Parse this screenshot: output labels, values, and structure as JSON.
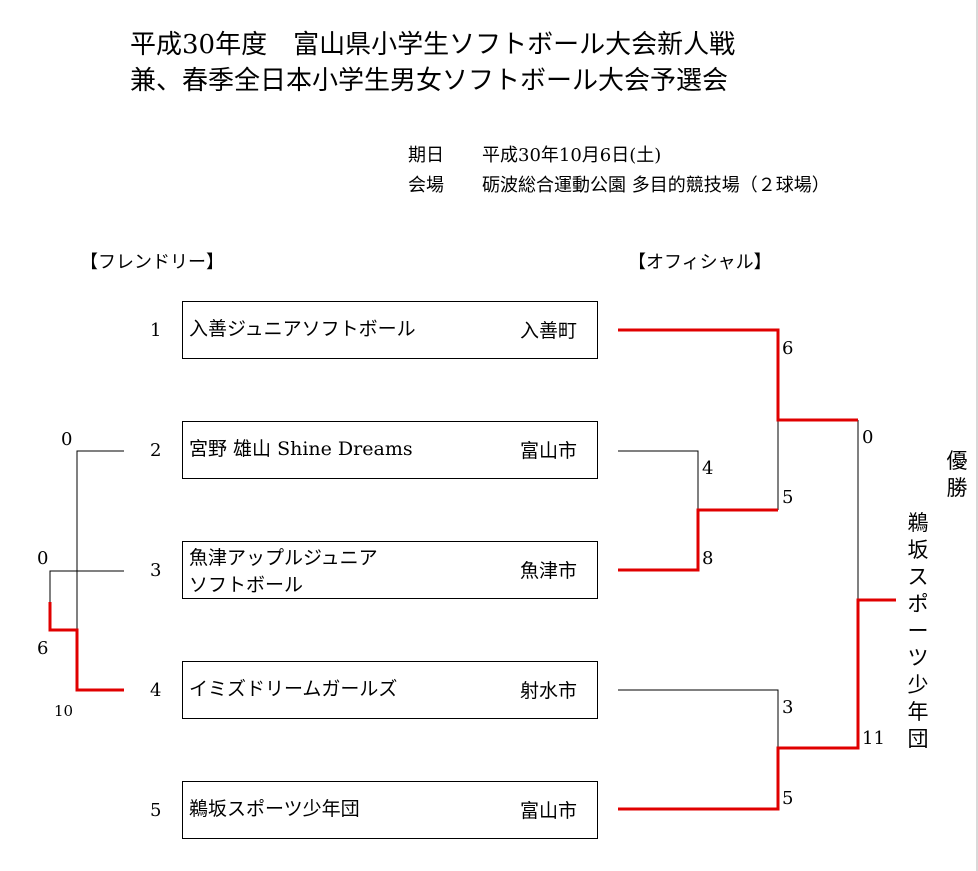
{
  "title": {
    "line1": "平成30年度　富山県小学生ソフトボール大会新人戦",
    "line2": "兼、春季全日本小学生男女ソフトボール大会予選会"
  },
  "info": {
    "date_label": "期日",
    "date_value": "平成30年10月6日(土)",
    "venue_label": "会場",
    "venue_value": "砺波総合運動公園 多目的競技場（２球場）"
  },
  "sections": {
    "friendly": "【フレンドリー】",
    "official": "【オフィシャル】"
  },
  "teams": [
    {
      "seed": "1",
      "name": "入善ジュニアソフトボール",
      "city": "入善町"
    },
    {
      "seed": "2",
      "name": "宮野 雄山 Shine Dreams",
      "city": "富山市"
    },
    {
      "seed": "3",
      "name_line1": "魚津アップルジュニア",
      "name_line2": "ソフトボール",
      "city": "魚津市"
    },
    {
      "seed": "4",
      "name": "イミズドリームガールズ",
      "city": "射水市"
    },
    {
      "seed": "5",
      "name": "鵜坂スポーツ少年団",
      "city": "富山市"
    }
  ],
  "friendly_scores": {
    "team2_r1": "0",
    "team3_r1": "0",
    "team3_r2": "6",
    "team4_r2": "10"
  },
  "official_scores": {
    "team2_r1": "4",
    "team3_r1": "8",
    "team1_semi": "6",
    "team3_semi": "5",
    "team4_semi": "3",
    "team5_semi": "5",
    "final_top": "0",
    "final_bottom": "11"
  },
  "champion": {
    "label": "優勝",
    "name": "鵜坂スポーツ少年団"
  },
  "colors": {
    "win_line": "#e00000",
    "line": "#000000"
  }
}
